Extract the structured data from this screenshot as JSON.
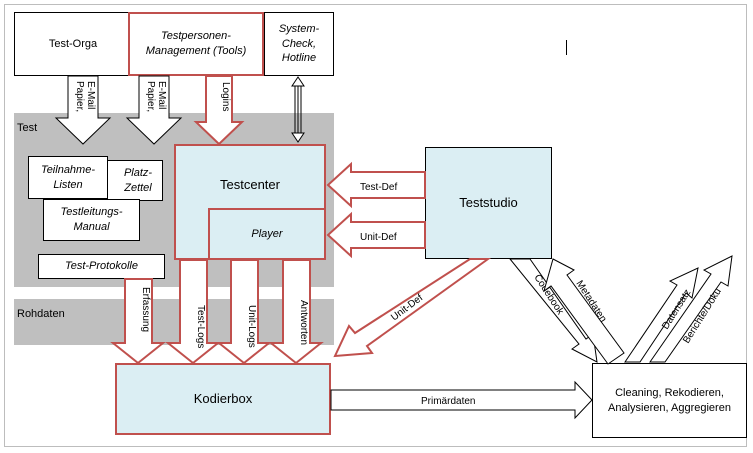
{
  "bands": {
    "test": "Test",
    "rohdaten": "Rohdaten"
  },
  "boxes": {
    "test_orga": "Test-Orga",
    "testpersonen": "Testpersonen-Management (Tools)",
    "system_check": "System-Check, Hotline",
    "teilnahme_listen": "Teilnahme-Listen",
    "platz_zettel": "Platz-Zettel",
    "testleitungs_manual": "Testleitungs-Manual",
    "test_protokolle": "Test-Protokolle",
    "testcenter": "Testcenter",
    "player": "Player",
    "teststudio": "Teststudio",
    "kodierbox": "Kodierbox",
    "cleaning": "Cleaning, Rekodieren, Analysieren, Aggregieren"
  },
  "arrows": {
    "papier_email_1": [
      "Papier,",
      "E-Mail"
    ],
    "papier_email_2": [
      "Papier,",
      "E-Mail"
    ],
    "logins": "Logins",
    "test_def": "Test-Def",
    "unit_def_upper": "Unit-Def",
    "unit_def_diag": "Unit-Def",
    "erfassung": "Erfassung",
    "test_logs": "Test-Logs",
    "unit_logs": "Unit-Logs",
    "antworten": "Antworten",
    "primaerdaten": "Primärdaten",
    "codebook": "Codebook",
    "metadaten": "Metadaten",
    "datensatz": "Datensatz",
    "berichte_doku": "Berichte/Doku"
  },
  "colors": {
    "accent_red": "#c0504d",
    "box_blue": "#dbeef3",
    "band_gray": "#bfbfbf"
  }
}
